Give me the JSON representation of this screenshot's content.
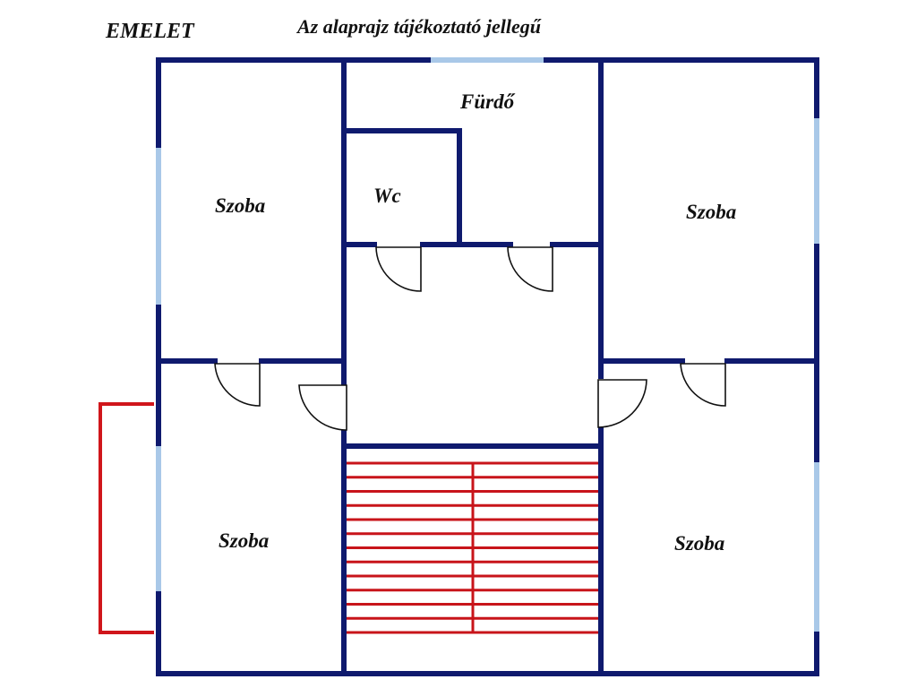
{
  "header": {
    "floor_label": "EMELET",
    "note": "Az alaprajz tájékoztató jellegű"
  },
  "rooms": [
    {
      "id": "bath",
      "label": "Fürdő"
    },
    {
      "id": "wc",
      "label": "Wc"
    },
    {
      "id": "room-top-left",
      "label": "Szoba"
    },
    {
      "id": "room-top-right",
      "label": "Szoba"
    },
    {
      "id": "room-bottom-left",
      "label": "Szoba"
    },
    {
      "id": "room-bottom-right",
      "label": "Szoba"
    }
  ],
  "colors": {
    "wall": "#0f1a6e",
    "window": "#a9c8e8",
    "balcony": "#d0161b",
    "stairs": "#c8141a"
  },
  "stairs": {
    "step_count": 13
  }
}
